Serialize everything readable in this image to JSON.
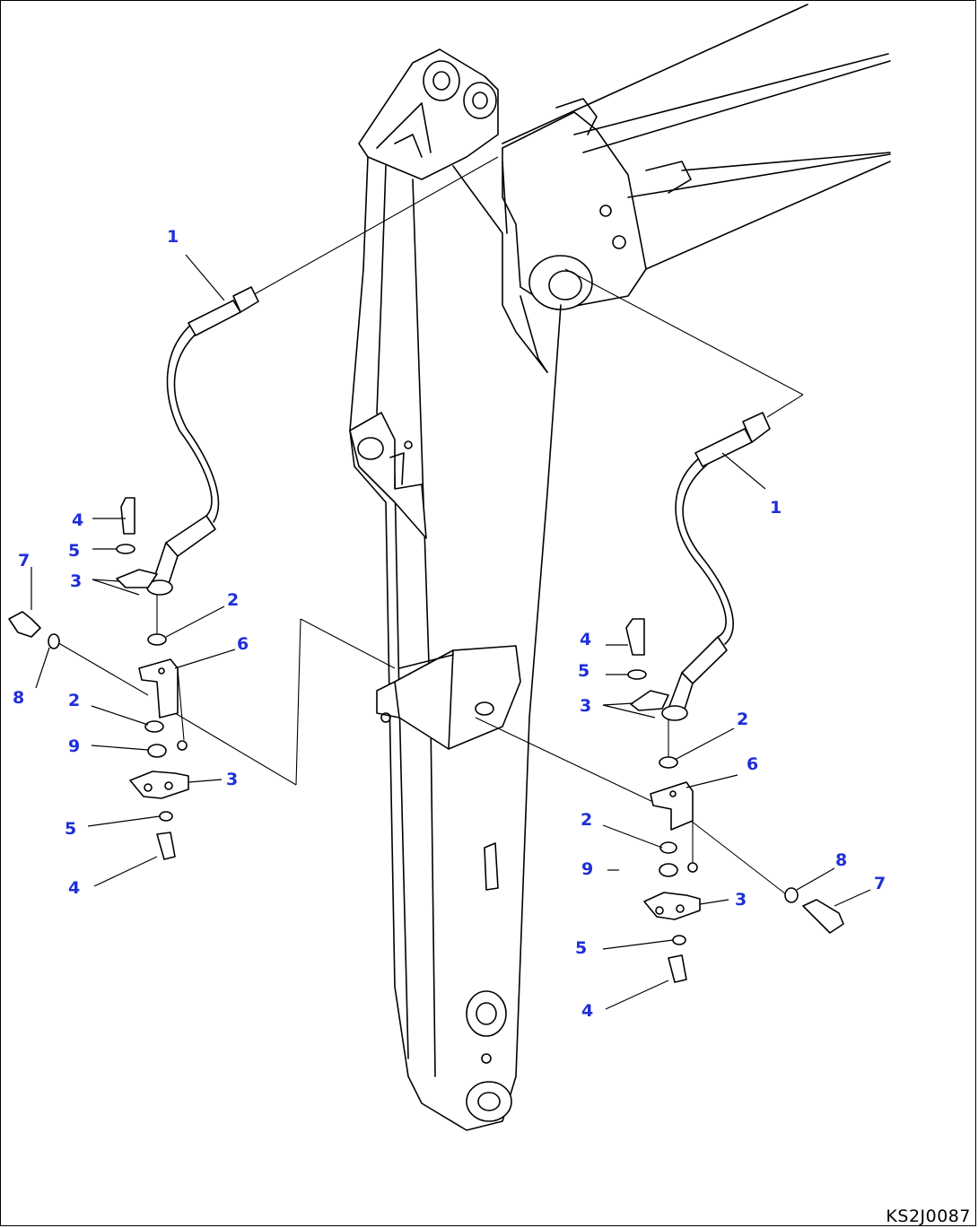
{
  "drawing": {
    "id": "KS2J0087",
    "callouts": {
      "left_hose": "1",
      "right_hose": "1",
      "left_oring_top": "2",
      "left_oring_bottom": "2",
      "right_oring_top": "2",
      "right_oring_bottom": "2",
      "left_flange_top": "3",
      "left_flange_bottom": "3",
      "right_flange_top": "3",
      "right_flange_bottom": "3",
      "left_bolt_top": "4",
      "left_bolt_bottom": "4",
      "right_bolt_top": "4",
      "right_bolt_bottom": "4",
      "left_washer_top": "5",
      "left_washer_bottom": "5",
      "right_washer_top": "5",
      "right_washer_bottom": "5",
      "left_block": "6",
      "right_block": "6",
      "left_mount_bolt": "7",
      "right_mount_bolt": "7",
      "left_mount_washer": "8",
      "right_mount_washer": "8",
      "left_plug": "9",
      "right_plug": "9"
    }
  }
}
